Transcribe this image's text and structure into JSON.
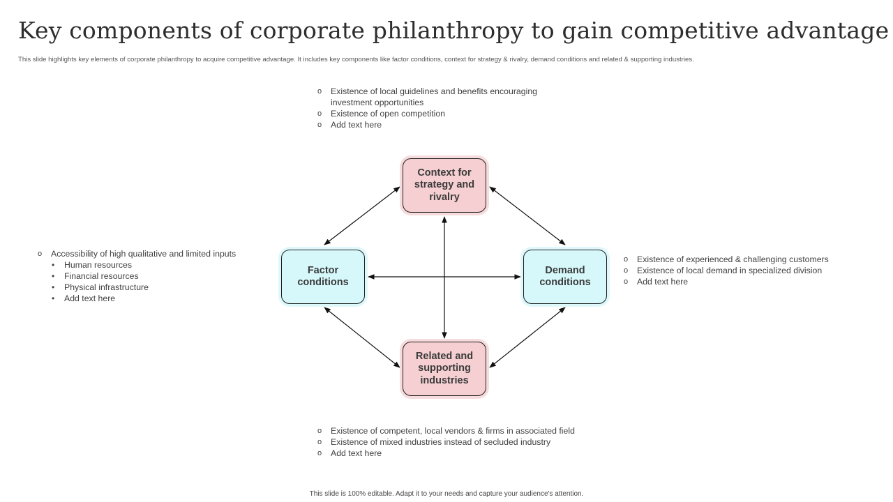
{
  "header": {
    "title": "Key components of corporate philanthropy to gain competitive advantage",
    "subtitle": "This slide highlights key elements of corporate philanthropy to acquire competitive advantage. It includes key components like  factor conditions, context for strategy & rivalry, demand conditions and related & supporting industries."
  },
  "colors": {
    "pink_box": "#f5cfd1",
    "cyan_box": "#d6f8fb",
    "arrow": "#111111"
  },
  "nodes": {
    "top": "Context for strategy and rivalry",
    "left": "Factor conditions",
    "right": "Demand conditions",
    "bottom": "Related and supporting industries"
  },
  "lists": {
    "top": [
      "Existence of local guidelines and benefits encouraging investment opportunities",
      "Existence of open competition",
      "Add text here"
    ],
    "left": {
      "main": "Accessibility of high qualitative  and limited inputs",
      "sub": [
        "Human resources",
        "Financial resources",
        "Physical infrastructure",
        "Add text here"
      ]
    },
    "right": [
      "Existence of experienced  & challenging customers",
      "Existence of local demand in specialized division",
      "Add text here"
    ],
    "bottom": [
      "Existence of competent, local vendors  & firms in associated field",
      "Existence of mixed industries instead of secluded industry",
      "Add text here"
    ]
  },
  "footer": "This slide is 100% editable.  Adapt it to your needs and capture your audience's attention."
}
